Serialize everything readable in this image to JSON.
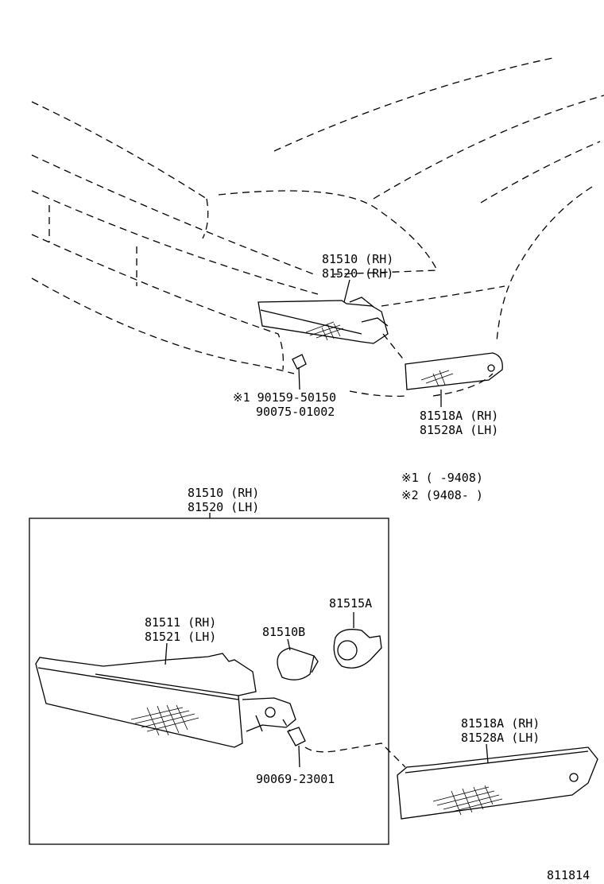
{
  "labels": {
    "top_lamp_a": "81510 (RH)",
    "top_lamp_b": "81520 (RH)",
    "top_screw_a": "※1 90159-50150",
    "top_screw_b": "90075-01002",
    "top_lens_a": "81518A (RH)",
    "top_lens_b": "81528A (LH)",
    "note_1": "※1 (      -9408)",
    "note_2": "※2 (9408-      )",
    "box_title_a": "81510 (RH)",
    "box_title_b": "81520 (LH)",
    "housing_a": "81511 (RH)",
    "housing_b": "81521 (LH)",
    "bulb": "81510B",
    "socket": "81515A",
    "screw": "90069-23001",
    "lens_a": "81518A (RH)",
    "lens_b": "81528A (LH)",
    "diagram_code": "811814"
  }
}
